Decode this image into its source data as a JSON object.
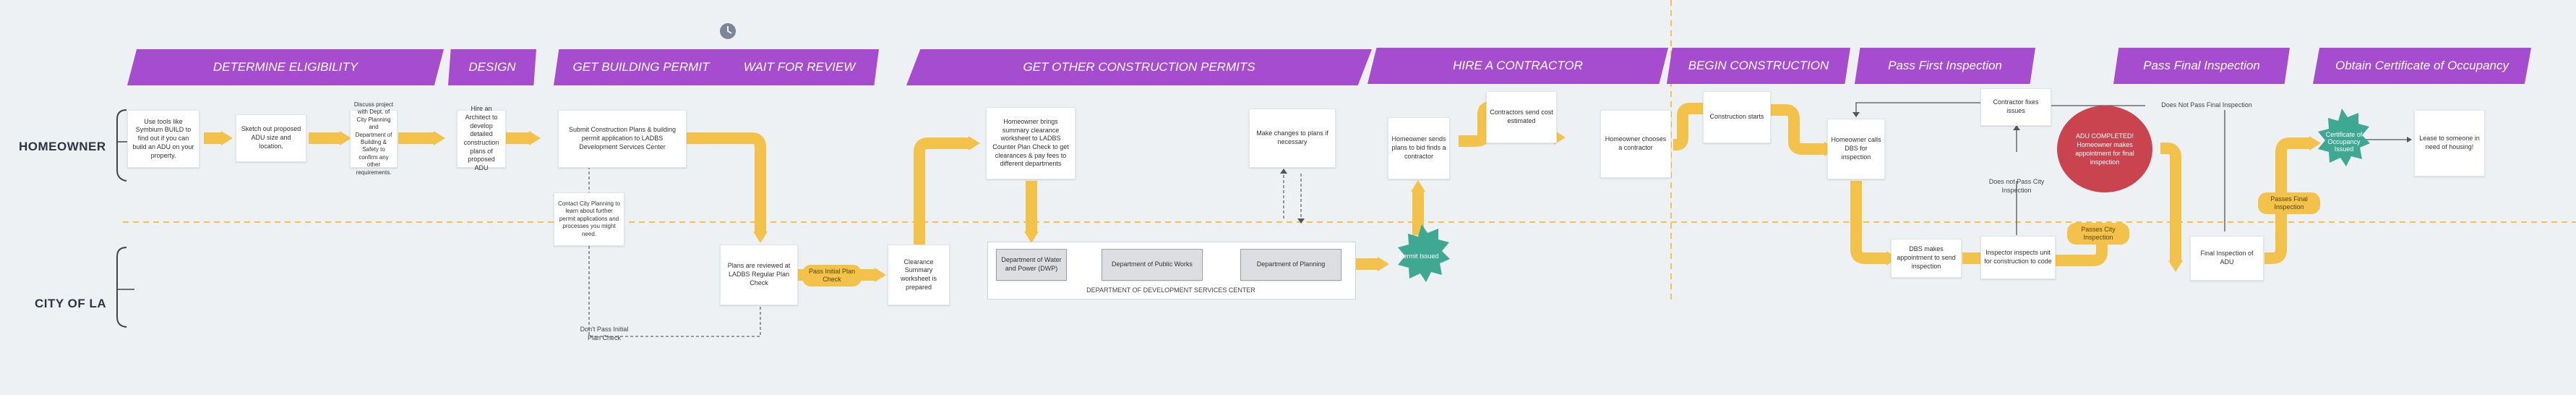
{
  "stages": [
    {
      "label": "DETERMINE ELIGIBILITY"
    },
    {
      "label": "DESIGN"
    },
    {
      "label": "GET BUILDING PERMIT"
    },
    {
      "label": "WAIT FOR REVIEW"
    },
    {
      "label": "GET OTHER CONSTRUCTION PERMITS"
    },
    {
      "label": "HIRE A CONTRACTOR"
    },
    {
      "label": "BEGIN CONSTRUCTION"
    },
    {
      "label": "Pass First Inspection"
    },
    {
      "label": "Pass Final Inspection"
    },
    {
      "label": "Obtain Certificate of Occupancy"
    }
  ],
  "lanes": {
    "homeowner": "HOMEOWNER",
    "city": "CITY OF LA"
  },
  "cards": {
    "c1": "Use tools like Symbium BUILD to find out if you can build an ADU on your property.",
    "c2": "Sketch out proposed ADU size and location.",
    "c3": "Discuss project with Dept. of City Planning and Department of Building & Safety to confirm any other requirements.",
    "c4": "Hire an Architect to develop detailed construction plans of proposed ADU",
    "c5": "Submit Construction Plans & building permit application to LADBS Development Services Center",
    "c6": "Contact City Planning to learn about further permit applications and processes you might need.",
    "c7": "Plans are reviewed at LADBS Regular Plan Check",
    "c8": "Clearance Summary worksheet is prepared",
    "c9": "Homeowner brings summary clearance worksheet to LADBS Counter Plan Check to get clearances & pay fees to different departments",
    "c10": "Department of Water and Power (DWP)",
    "c11": "Department of Public Works",
    "c12": "Department of Planning",
    "c13": "Make changes to plans if necessary",
    "c14": "Homeowner sends plans to bid finds a contractor",
    "c15": "Contractors send cost estimated",
    "c16": "Homeowner chooses a contractor",
    "c17": "Construction starts",
    "c18": "Homeowner calls DBS for inspection",
    "c19": "DBS makes appointment to send inspection",
    "c20": "Inspector inspects unit for construction to code",
    "c21": "Contractor fixes issues",
    "c22": "Final Inspection of ADU",
    "c23": "Lease to someone in need of housing!"
  },
  "labels": {
    "dds": "DEPARTMENT OF DEVELOPMENT SERVICES CENTER",
    "dont_pass_initial": "Don't Pass Initial Plan Check",
    "does_not_pass": "Does not Pass City Inspection",
    "does_not_pass_final": "Does Not Pass Final Inspection"
  },
  "pills": {
    "initial_plan": "Pass Initial Plan Check",
    "passes_city": "Passes City Inspection",
    "passes_final": "Passes Final Inspection"
  },
  "stars": {
    "permit": "Permit Issued",
    "cert": "Certificate of Occupancy Issued"
  },
  "circle": "ADU COMPLETED! Homeowner makes appointment for final inspection",
  "colors": {
    "stage": "#a54ccf",
    "arrow": "#f2c24a",
    "star": "#3fa893",
    "circle": "#c9444f",
    "divider": "#f2c24a"
  }
}
